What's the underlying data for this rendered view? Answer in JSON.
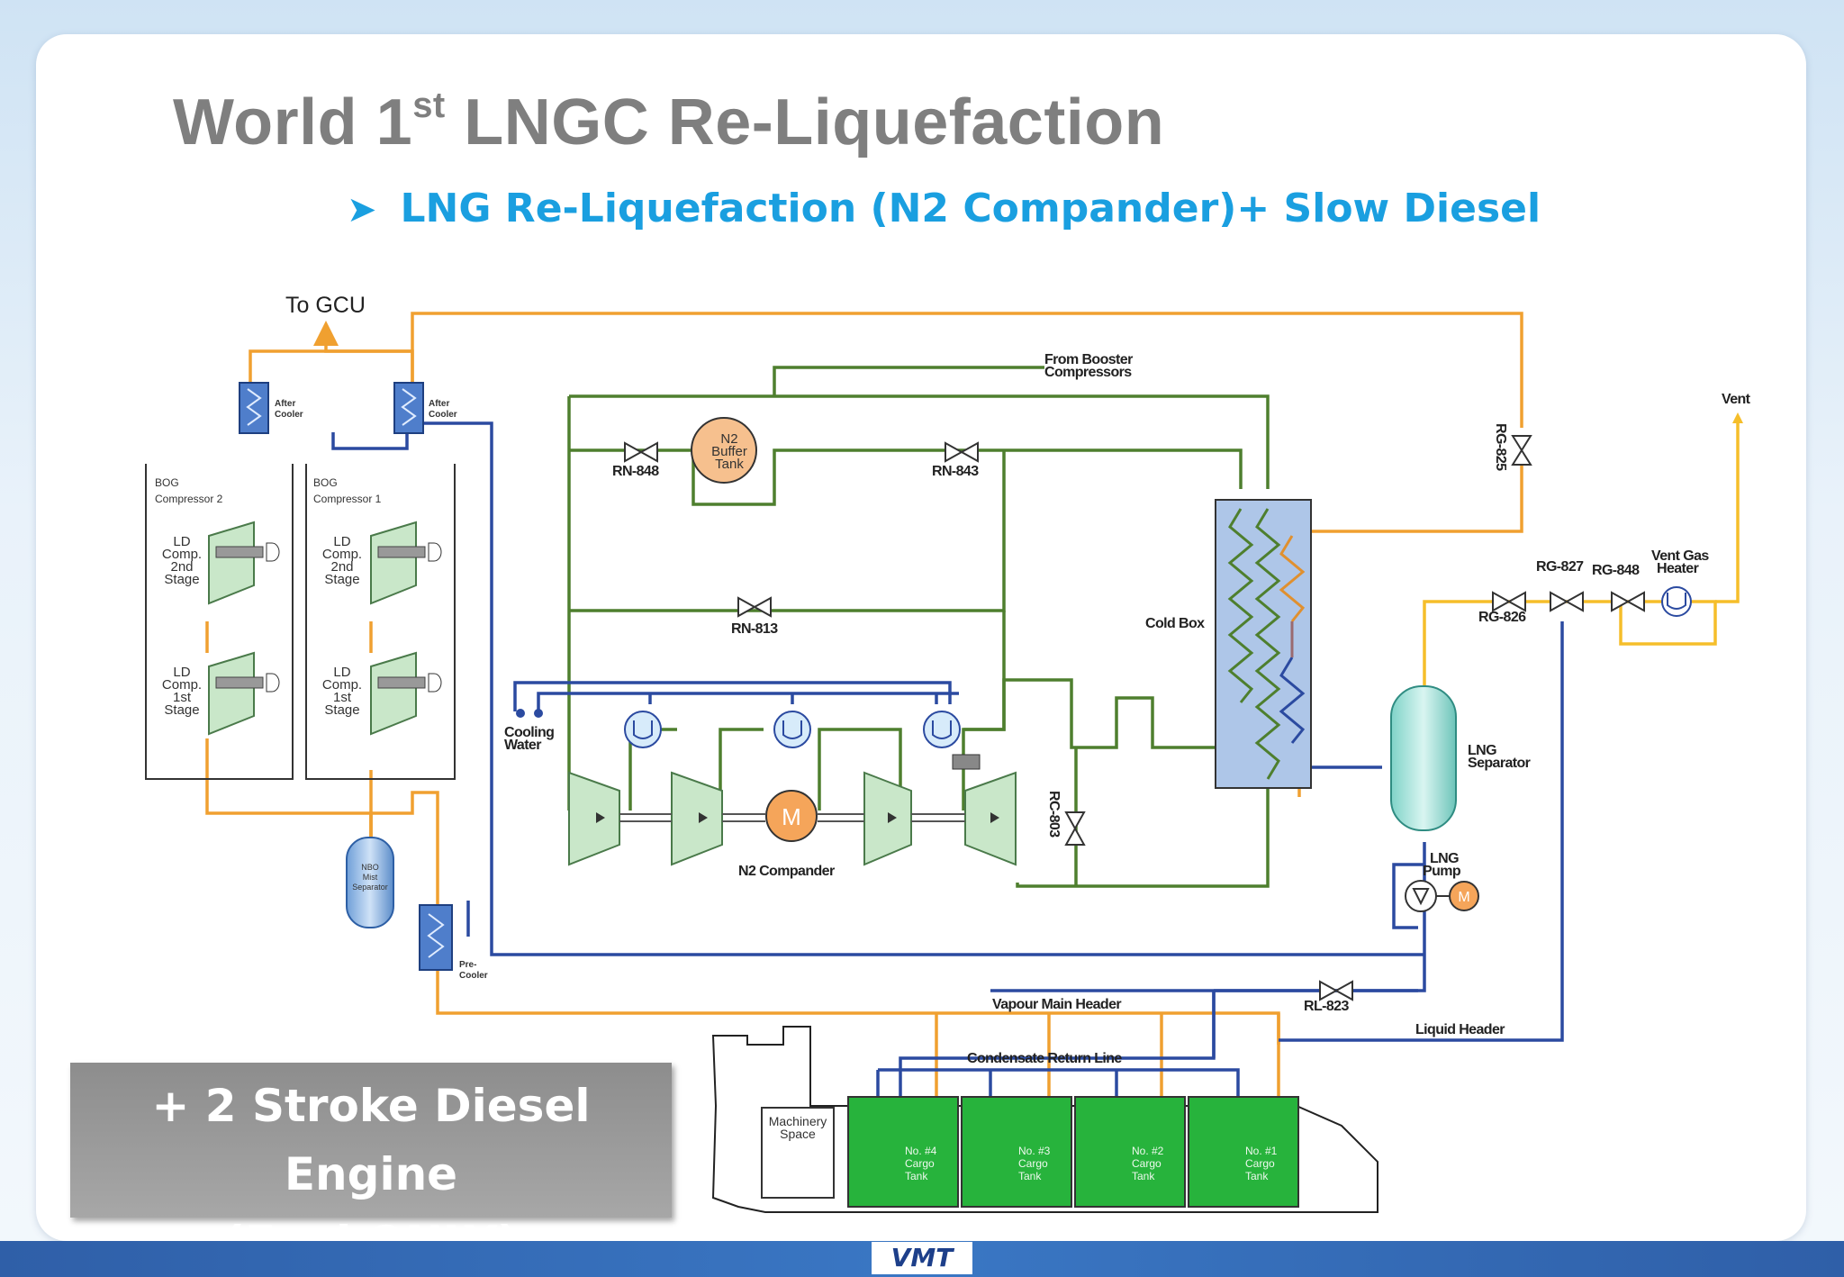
{
  "slide": {
    "title_main": "World 1",
    "title_sup": "st",
    "title_rest": " LNGC Re-Liquefaction",
    "subtitle": "LNG Re-Liquefaction (N2 Compander)+ Slow Diesel",
    "engine_box_line1": "+ 2 Stroke Diesel Engine",
    "engine_box_line2": "(Fuel ONLY)",
    "logo": "VMT"
  },
  "colors": {
    "boil_off_gas_line": "#f0a030",
    "nitrogen_loop_line": "#4e7f2e",
    "lng_liquid_line": "#2b4aa0",
    "vent_line": "#f5be2a",
    "subtitle": "#1a9fe0",
    "cargo_tank_fill": "#27b33c"
  },
  "diagram": {
    "to_gcu": "To GCU",
    "after_cooler": [
      "After",
      "Cooler"
    ],
    "bog_comp_2": [
      "BOG",
      "Compressor 2"
    ],
    "bog_comp_1": [
      "BOG",
      "Compressor 1"
    ],
    "ld_2nd": [
      "LD",
      "Comp.",
      "2nd",
      "Stage"
    ],
    "ld_1st": [
      "LD",
      "Comp.",
      "1st",
      "Stage"
    ],
    "from_booster": [
      "From Booster",
      "Compressors"
    ],
    "n2_tank": [
      "N2",
      "Buffer",
      "Tank"
    ],
    "rn848": "RN-848",
    "rn843": "RN-843",
    "rn813": "RN-813",
    "cooling_water": [
      "Cooling",
      "Water"
    ],
    "n2_compander": "N2 Compander",
    "motor": "M",
    "rc803": "RC-803",
    "cold_box": "Cold Box",
    "rg825": "RG-825",
    "vent": "Vent",
    "rg827": "RG-827",
    "rg848": "RG-848",
    "vent_gas_heater": [
      "Vent Gas",
      "Heater"
    ],
    "rg826": "RG-826",
    "lng_separator": [
      "LNG",
      "Separator"
    ],
    "lng_pump": [
      "LNG",
      "Pump"
    ],
    "mist_separator": [
      "NBO",
      "Mist",
      "Separator"
    ],
    "pre_cooler": [
      "Pre-",
      "Cooler"
    ],
    "rl823": "RL-823",
    "vapour_header": "Vapour Main Header",
    "liquid_header": "Liquid Header",
    "condensate_line": "Condensate Return Line",
    "machinery_space": [
      "Machinery",
      "Space"
    ],
    "tanks": [
      [
        "No. #4",
        "Cargo",
        "Tank"
      ],
      [
        "No. #3",
        "Cargo",
        "Tank"
      ],
      [
        "No. #2",
        "Cargo",
        "Tank"
      ],
      [
        "No. #1",
        "Cargo",
        "Tank"
      ]
    ]
  }
}
